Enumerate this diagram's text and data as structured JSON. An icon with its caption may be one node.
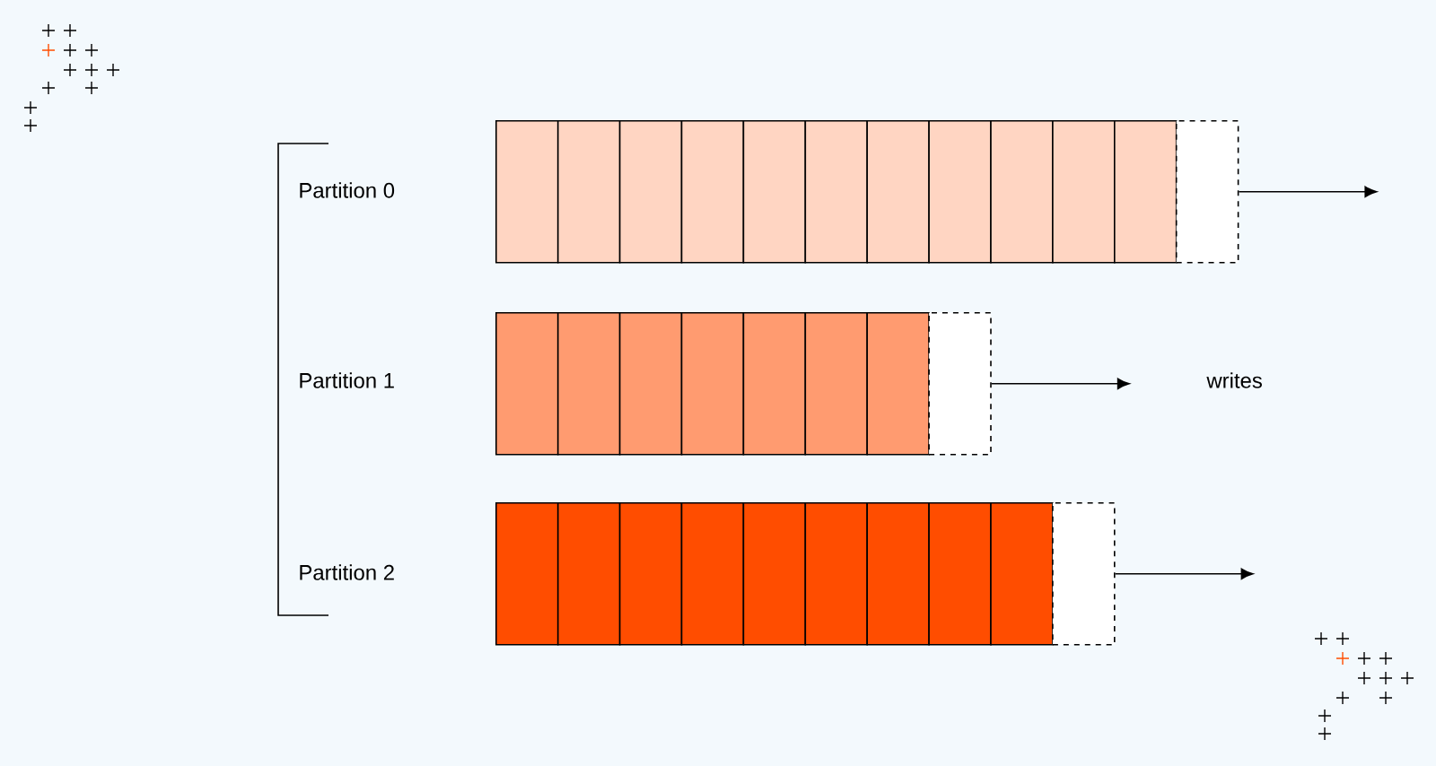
{
  "diagram": {
    "nodes": [
      {
        "text": [],
        "shape": "box"
      },
      {
        "text": [],
        "shape": "box"
      },
      {
        "text": [],
        "shape": "box"
      },
      {
        "text": [],
        "shape": "box"
      },
      {
        "text": [],
        "shape": "box"
      },
      {
        "text": [],
        "shape": "box"
      },
      {
        "text": [],
        "shape": "box"
      },
      {
        "text": [],
        "shape": "box"
      },
      {
        "text": [],
        "shape": "box"
      },
      {
        "text": [],
        "shape": "box"
      },
      {
        "text": [],
        "shape": "box"
      },
      {
        "text": [],
        "shape": "box"
      },
      {
        "text": [],
        "shape": "box"
      },
      {
        "text": [],
        "shape": "box"
      },
      {
        "text": [],
        "shape": "box"
      },
      {
        "text": [],
        "shape": "box"
      },
      {
        "text": [],
        "shape": "box"
      },
      {
        "text": [],
        "shape": "box"
      },
      {
        "text": [],
        "shape": "box"
      },
      {
        "text": [],
        "shape": "box"
      },
      {
        "text": [],
        "shape": "box"
      },
      {
        "text": [],
        "shape": "box"
      },
      {
        "text": [],
        "shape": "box"
      },
      {
        "text": [],
        "shape": "box"
      },
      {
        "text": [],
        "shape": "box"
      },
      {
        "text": [],
        "shape": "box"
      },
      {
        "text": [],
        "shape": "box"
      },
      {
        "text": [],
        "shape": "box"
      },
      {
        "text": [],
        "shape": "box"
      },
      {
        "text": [],
        "shape": "box"
      }
    ],
    "edges": [
      {
        "from": 11,
        "to": null,
        "arrow": "to"
      },
      {
        "from": 19,
        "to": null,
        "arrow": "to"
      },
      {
        "from": 29,
        "to": null,
        "arrow": "to"
      }
    ],
    "labels": [
      "Partition 0",
      "Partition 1",
      "Partition 2",
      "writes"
    ]
  }
}
